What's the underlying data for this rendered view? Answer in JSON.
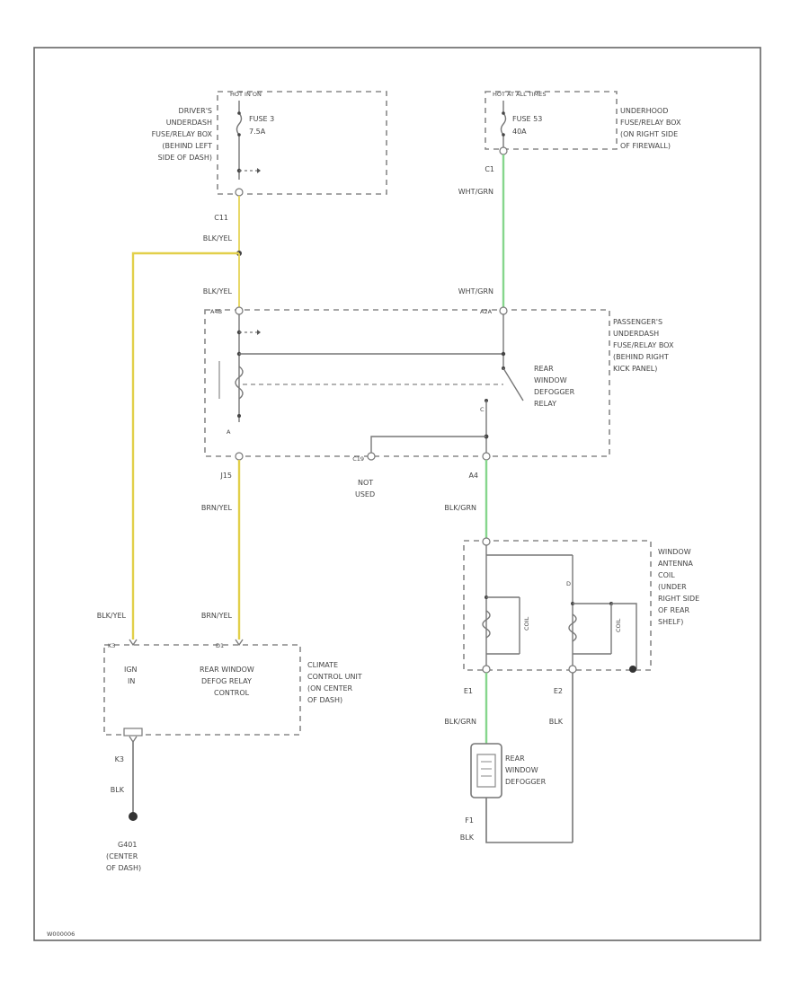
{
  "diagram": {
    "footer_code": "W000006",
    "colors": {
      "wire_yellow": "#e2cf4a",
      "wire_green": "#86d68c",
      "wire_gray": "#777777",
      "frame": "#666666"
    },
    "drivers_box": {
      "header": "HOT IN ON",
      "fuse": "FUSE 3",
      "amps": "7.5A",
      "desc": [
        "DRIVER'S",
        "UNDERDASH",
        "FUSE/RELAY BOX",
        "(BEHIND LEFT",
        "SIDE OF DASH)"
      ]
    },
    "underhood_box": {
      "header": "HOT AT ALL TIMES",
      "fuse": "FUSE 53",
      "amps": "40A",
      "desc": [
        "UNDERHOOD",
        "FUSE/RELAY BOX",
        "(ON RIGHT SIDE",
        "OF FIREWALL)"
      ]
    },
    "passenger_box": {
      "desc": [
        "PASSENGER'S",
        "UNDERDASH",
        "FUSE/RELAY BOX",
        "(BEHIND RIGHT",
        "KICK PANEL)"
      ],
      "relay": [
        "REAR",
        "WINDOW",
        "DEFOGGER",
        "RELAY"
      ],
      "not_used": [
        "NOT",
        "USED"
      ],
      "pin_a": "A",
      "pin_c": "C"
    },
    "antenna_box": {
      "desc": [
        "WINDOW",
        "ANTENNA",
        "COIL",
        "(UNDER",
        "RIGHT SIDE",
        "OF REAR",
        "SHELF)"
      ],
      "coil": "COIL"
    },
    "climate_box": {
      "ign_in": [
        "IGN",
        "IN"
      ],
      "relay_ctrl": [
        "REAR WINDOW",
        "DEFOG RELAY",
        "CONTROL"
      ],
      "desc": [
        "CLIMATE",
        "CONTROL UNIT",
        "(ON CENTER",
        "OF DASH)"
      ]
    },
    "defogger": {
      "desc": [
        "REAR",
        "WINDOW",
        "DEFOGGER"
      ]
    },
    "ground": {
      "desc": [
        "G401",
        "(CENTER",
        "OF DASH)"
      ]
    },
    "connectors": {
      "c1": "C1",
      "c11": "C11",
      "j15": "J15",
      "a4": "A4",
      "e1": "E1",
      "e2": "E2",
      "k3": "K3",
      "d1": "D1",
      "a4b": "A4B",
      "a2a": "A2A",
      "c19": "C19",
      "c1b": "C1",
      "f1": "F1"
    },
    "wires": {
      "blk_yel_1": "BLK/YEL",
      "blk_yel_2": "BLK/YEL",
      "blk_yel_3": "BLK/YEL",
      "wht_grn_1": "WHT/GRN",
      "wht_grn_2": "WHT/GRN",
      "brn_yel_1": "BRN/YEL",
      "brn_yel_2": "BRN/YEL",
      "blk_grn_1": "BLK/GRN",
      "blk_grn_2": "BLK/GRN",
      "blk_1": "BLK",
      "blk_2": "BLK",
      "blk_3": "BLK"
    }
  }
}
